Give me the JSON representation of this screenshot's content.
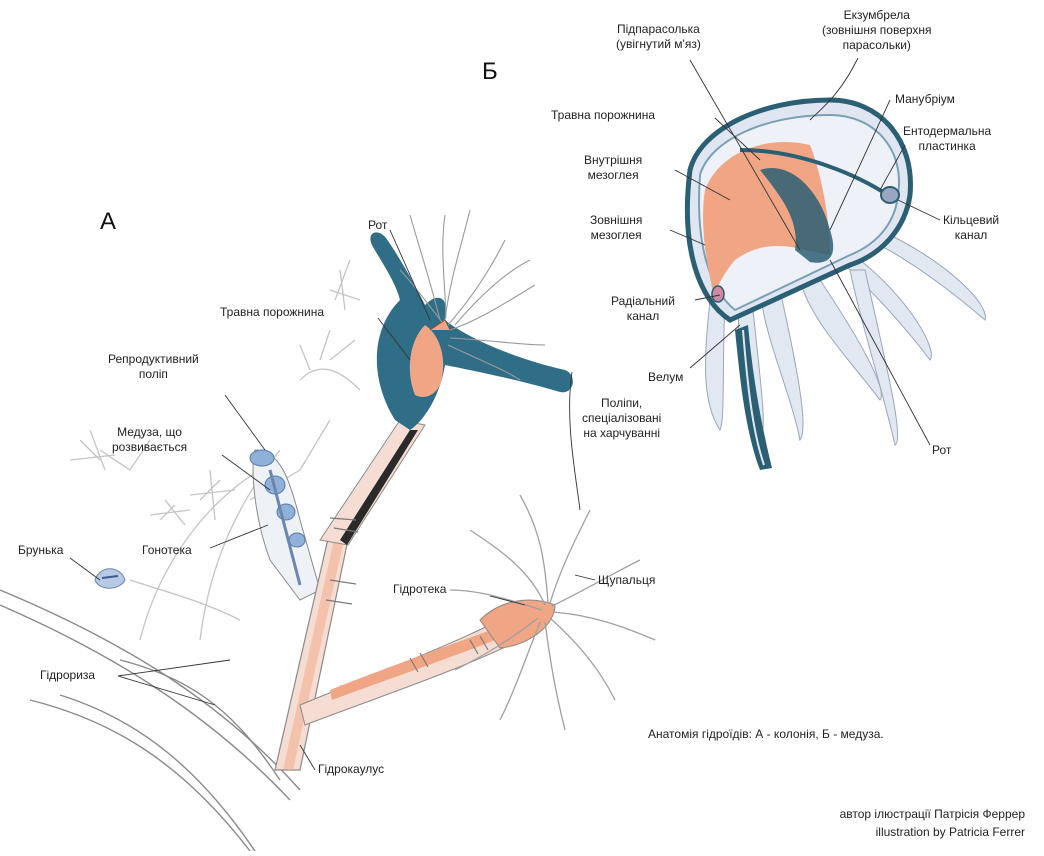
{
  "panels": {
    "colony": "А",
    "medusa": "Б"
  },
  "colony": {
    "mouth": "Рот",
    "digestive_cavity": "Травна порожнина",
    "reproductive_polyp": [
      "Репродуктивний",
      "поліп"
    ],
    "developing_medusa": [
      "Медуза, що",
      "розвивається"
    ],
    "gonotheca": "Гонотека",
    "bud": "Брунька",
    "hydrorhiza": "Гідроризa",
    "hydrocaulus": "Гідрокаулус",
    "hydrotheca": "Гідротека",
    "tentacles": "Щупальця",
    "feeding_polyps": [
      "Поліпи,",
      "спеціалізовані",
      "на харчуванні"
    ]
  },
  "medusa": {
    "subumbrella": [
      "Підпарасолька",
      "(увігнутий м'яз)"
    ],
    "exumbrella": [
      "Екзумбрела",
      "(зовнішня поверхня",
      "парасольки)"
    ],
    "digestive_cavity": "Травна порожнина",
    "manubrium": "Манубріум",
    "inner_mesoglea": [
      "Внутрішня",
      "мезоглея"
    ],
    "endodermal_plate": [
      "Ентодермальна",
      "пластинка"
    ],
    "outer_mesoglea": [
      "Зовнішня",
      "мезоглея"
    ],
    "ring_canal": [
      "Кільцевий",
      "канал"
    ],
    "radial_canal": [
      "Радіальний",
      "канал"
    ],
    "velum": "Велум",
    "mouth": "Рот"
  },
  "caption": "Анатомія гідроїдів: А - колонія, Б - медуза.",
  "credits": [
    "автор ілюстрації Патрісія Феррер",
    "illustration by Patricia Ferrer"
  ],
  "colors": {
    "ectoderm": "#2f6e86",
    "gastroderm": "#f0a585",
    "perisarc": "#f6ddd3",
    "medusa_fill": "#dfe6f2",
    "medusa_dark": "#2a5f74",
    "outline": "#7a7a7a",
    "faded": "#c8c8c8",
    "gonad_blue": "#8fb0d8"
  }
}
